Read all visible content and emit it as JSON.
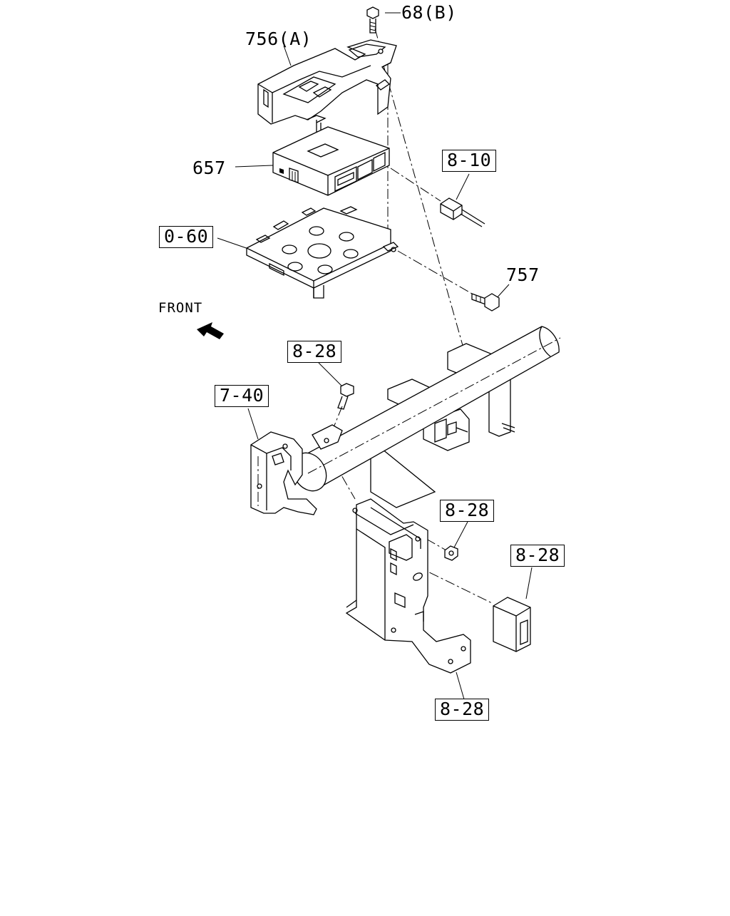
{
  "callouts": {
    "bolt_68b": "68(B)",
    "bracket_756a": "756(A)",
    "ecu_657": "657",
    "ref_8_10": "8-10",
    "ref_0_60": "0-60",
    "bolt_757": "757",
    "ref_8_28_top": "8-28",
    "ref_7_40": "7-40",
    "ref_8_28_nut": "8-28",
    "ref_8_28_module": "8-28",
    "ref_8_28_bottom": "8-28"
  },
  "direction": {
    "label": "FRONT",
    "arrow_icon": "arrow-upleft-icon"
  },
  "colors": {
    "line": "#000000",
    "background": "#ffffff"
  }
}
